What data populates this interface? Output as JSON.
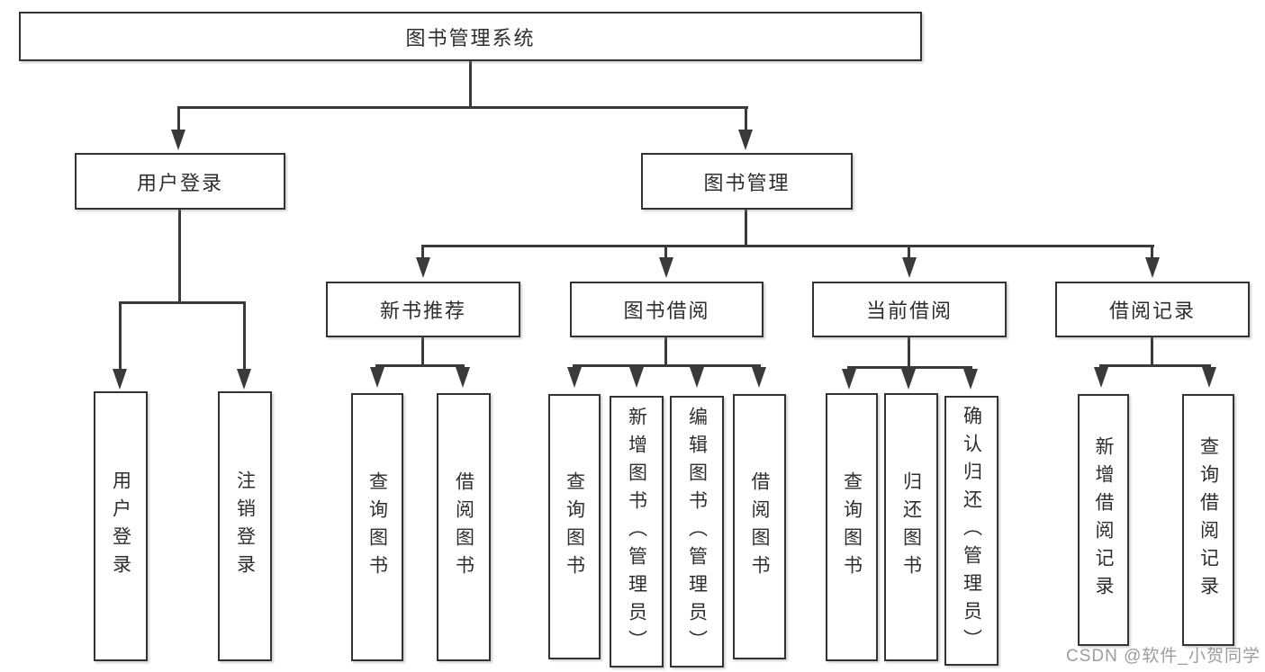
{
  "colors": {
    "line": "#3a3a3a",
    "border": "#333333",
    "text": "#2e2e2e",
    "watermark": "#9c9c9c",
    "background": "#ffffff"
  },
  "nodes": {
    "root": {
      "label": "图书管理系统"
    },
    "user_login": {
      "label": "用户登录"
    },
    "book_mgmt": {
      "label": "图书管理"
    },
    "new_book_rec": {
      "label": "新书推荐"
    },
    "book_borrow": {
      "label": "图书借阅"
    },
    "current_borrow": {
      "label": "当前借阅"
    },
    "borrow_records": {
      "label": "借阅记录"
    },
    "leaf_user_login": {
      "label": "用户登录"
    },
    "leaf_logout": {
      "label": "注销登录"
    },
    "leaf_query_book_1": {
      "label": "查询图书"
    },
    "leaf_borrow_book_1": {
      "label": "借阅图书"
    },
    "leaf_query_book_2": {
      "label": "查询图书"
    },
    "leaf_add_book": {
      "label": "新增图书（管理员）"
    },
    "leaf_edit_book": {
      "label": "编辑图书（管理员）"
    },
    "leaf_borrow_book_2": {
      "label": "借阅图书"
    },
    "leaf_query_book_3": {
      "label": "查询图书"
    },
    "leaf_return_book": {
      "label": "归还图书"
    },
    "leaf_confirm_return": {
      "label": "确认归还（管理员）"
    },
    "leaf_add_record": {
      "label": "新增借阅记录"
    },
    "leaf_query_record": {
      "label": "查询借阅记录"
    }
  },
  "watermark": {
    "text": "CSDN @软件_小贺同学"
  }
}
